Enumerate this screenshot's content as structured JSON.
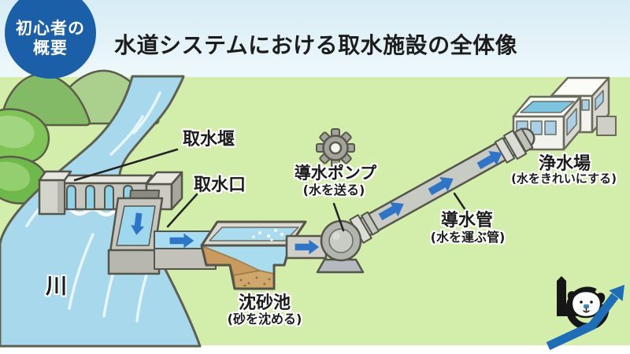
{
  "header": {
    "badge_line1": "初心者の",
    "badge_line2": "概要",
    "title": "水道システムにおける取水施設の全体像"
  },
  "diagram": {
    "river_label": "川",
    "intake_weir_label": "取水堰",
    "intake_port_label": "取水口",
    "settling_basin_label": "沈砂池",
    "settling_basin_note": "(砂を沈める)",
    "pump_label": "導水ポンプ",
    "pump_note": "(水を送る)",
    "conduit_label": "導水管",
    "conduit_note": "(水を運ぶ管)",
    "plant_label": "浄水場",
    "plant_note": "(水をきれいにする)"
  },
  "icons": {
    "gear": "gear-icon",
    "logo_dog": "dog-face-icon",
    "logo_arrow": "trend-up-arrow-icon"
  },
  "colors": {
    "badge_blue": "#1c5fa9",
    "flow_arrow_blue": "#2e75c8",
    "river_blue": "#a8d8eb",
    "field_green": "#d3edaa",
    "sand_brown": "#c89a5e",
    "structure_gray": "#c6c6bf",
    "window_blue": "#a9cfe9",
    "logo_blue": "#1d6db8"
  }
}
